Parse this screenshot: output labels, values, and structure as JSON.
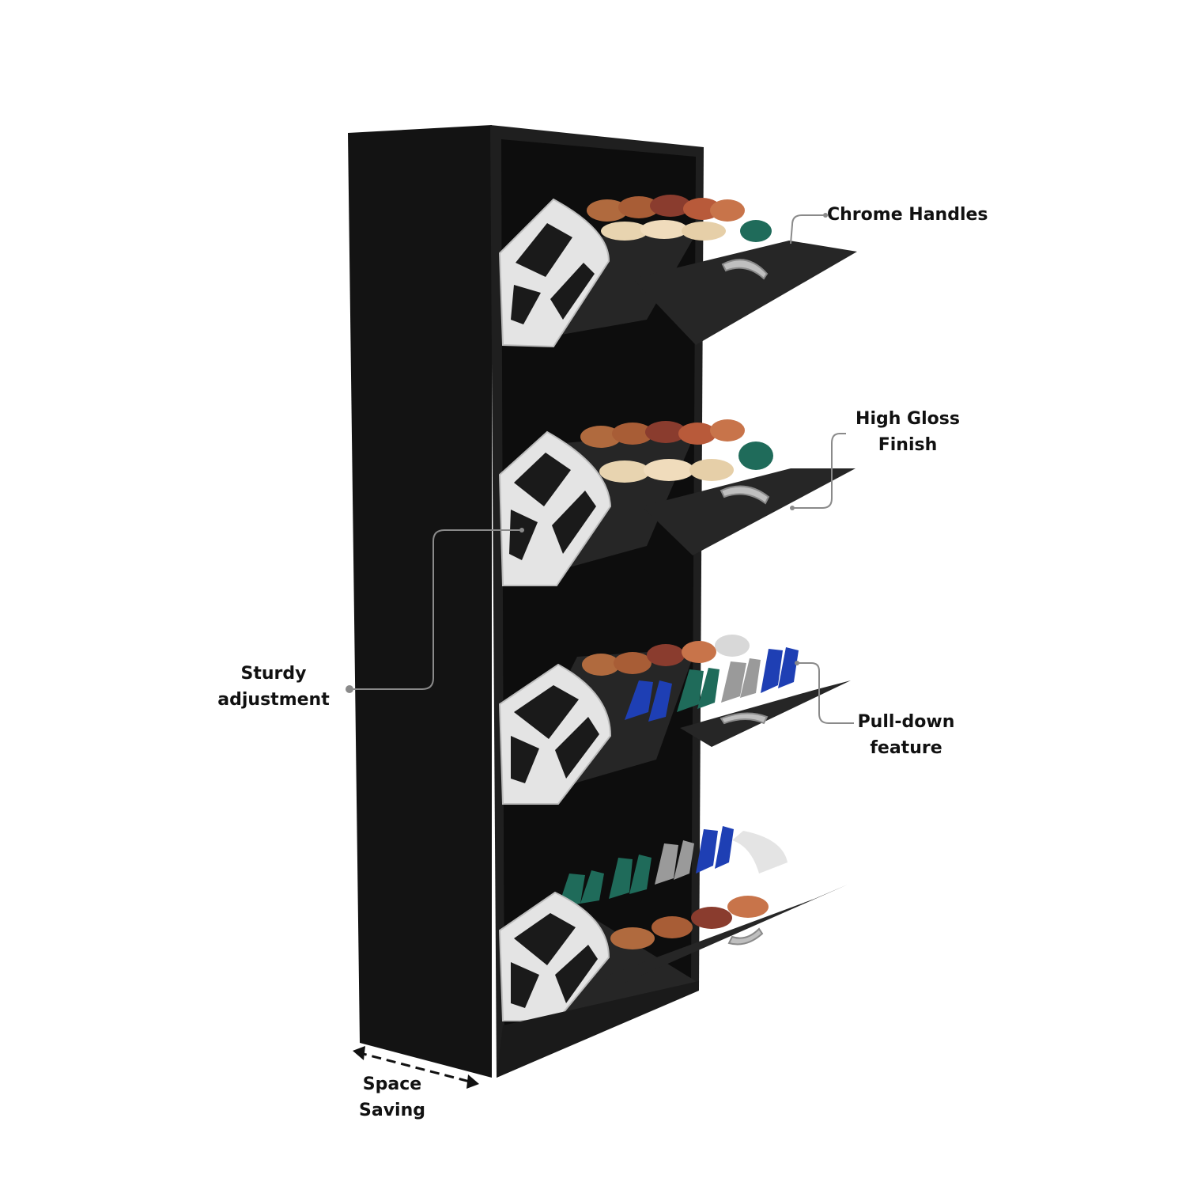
{
  "colors": {
    "cabinet": "#1c1c1c",
    "cabinet_side": "#131313",
    "shelf_support": "#e4e4e4",
    "callout_line": "#8a8a8a",
    "label_text": "#111111"
  },
  "callouts": {
    "chrome_handles": {
      "lines": [
        "Chrome Handles"
      ],
      "icon": "chrome-handle"
    },
    "high_gloss": {
      "lines": [
        "High Gloss",
        "Finish"
      ],
      "icon": "gloss-panel"
    },
    "pull_down": {
      "lines": [
        "Pull-down",
        "feature"
      ],
      "icon": "pull-down-flap"
    },
    "sturdy": {
      "lines": [
        "Sturdy",
        "adjustment"
      ],
      "icon": "shelf-bracket"
    },
    "space_saving": {
      "lines": [
        "Space",
        "Saving"
      ],
      "icon": "double-arrow"
    }
  }
}
